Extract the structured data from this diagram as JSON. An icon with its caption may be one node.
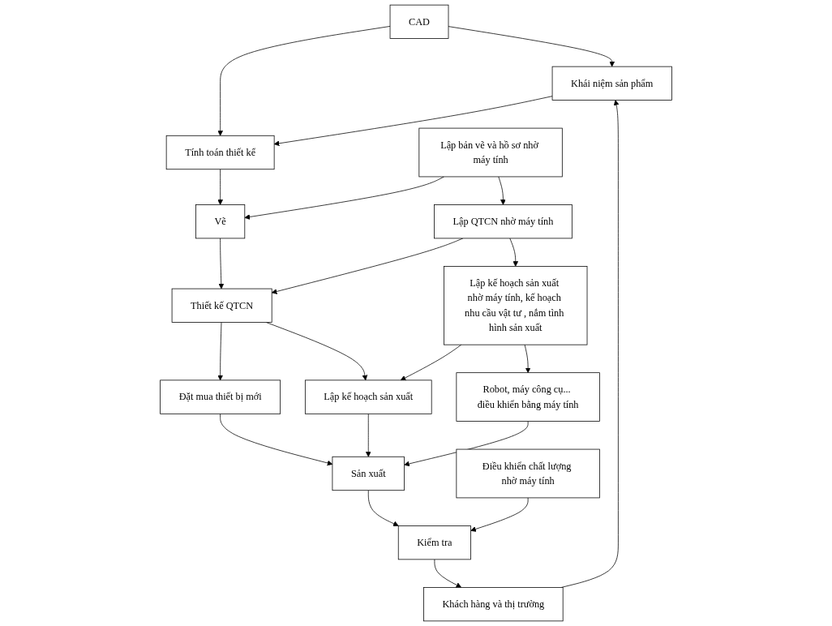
{
  "diagram": {
    "nodes": [
      {
        "text": [
          "CAD"
        ]
      },
      {
        "text": [
          "Khái niệm sản phẩm"
        ]
      },
      {
        "text": [
          "Tính toán thiết kế"
        ]
      },
      {
        "text": [
          "Lập bản vẽ và hồ sơ nhờ máy tính"
        ]
      },
      {
        "text": [
          "Vẽ"
        ]
      },
      {
        "text": [
          "Khách hàng và thị trường"
        ]
      },
      {
        "text": [
          "Lập QTCN nhờ máy tính"
        ]
      },
      {
        "text": [
          "Đặt mua thiết bị mới"
        ]
      },
      {
        "text": [
          "Thiết kế QTCN"
        ]
      },
      {
        "text": [
          "Kiểm tra"
        ]
      },
      {
        "text": [
          "Sản xuất"
        ]
      },
      {
        "text": [
          "Lập kế hoạch sản xuất"
        ]
      },
      {
        "text": [
          "Điều khiển chất lượng nhờ máy tính"
        ]
      },
      {
        "text": [
          "Robot, máy công cụ... điều khiển bằng máy tính"
        ]
      },
      {
        "text": [
          "Lập kế hoạch sản xuất nhờ máy tính, kế hoạch nhu cầu vật tư , nắm tình hình sản xuất"
        ]
      }
    ],
    "edges": [
      {
        "from": 0,
        "to": 1,
        "arrow": "to"
      },
      {
        "from": 0,
        "to": 2,
        "arrow": "to"
      },
      {
        "from": 1,
        "to": 2,
        "arrow": "to"
      },
      {
        "from": 2,
        "to": 4,
        "arrow": "to"
      },
      {
        "from": 3,
        "to": 4,
        "arrow": "to"
      },
      {
        "from": 3,
        "to": 6,
        "arrow": "to"
      },
      {
        "from": 4,
        "to": 8,
        "arrow": "to"
      },
      {
        "from": 6,
        "to": 8,
        "arrow": "to"
      },
      {
        "from": 8,
        "to": 7,
        "arrow": "to"
      },
      {
        "from": 7,
        "to": 10,
        "arrow": "to"
      },
      {
        "from": 8,
        "to": 11,
        "arrow": "to"
      },
      {
        "from": 11,
        "to": 10,
        "arrow": "to"
      },
      {
        "from": 10,
        "to": 9,
        "arrow": "to"
      },
      {
        "from": 9,
        "to": 5,
        "arrow": "to"
      },
      {
        "from": 5,
        "to": 1,
        "arrow": "to"
      },
      {
        "from": 12,
        "to": 9,
        "arrow": "to"
      },
      {
        "from": 13,
        "to": 10,
        "arrow": "to"
      },
      {
        "from": 14,
        "to": 13,
        "arrow": "to"
      },
      {
        "from": 14,
        "to": 11,
        "arrow": "to"
      },
      {
        "from": 6,
        "to": 14,
        "arrow": "to"
      }
    ]
  }
}
